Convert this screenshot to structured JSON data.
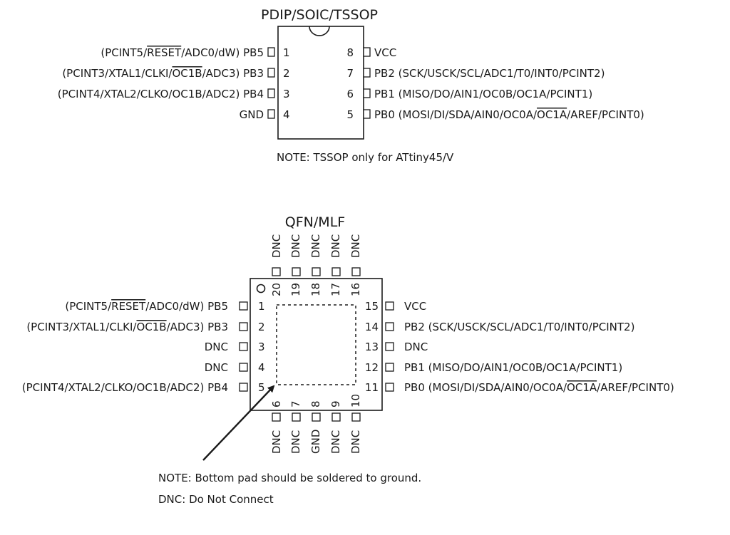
{
  "pdip": {
    "title": "PDIP/SOIC/TSSOP",
    "left_pins": [
      {
        "num": "1",
        "pre": "(PCINT5/",
        "ol": "RESET",
        "post": "/ADC0/dW) PB5"
      },
      {
        "num": "2",
        "pre": "(PCINT3/XTAL1/CLKI/",
        "ol": "OC1B",
        "post": "/ADC3) PB3"
      },
      {
        "num": "3",
        "pre": "(PCINT4/XTAL2/CLKO/OC1B/ADC2) PB4",
        "ol": "",
        "post": ""
      },
      {
        "num": "4",
        "pre": "GND",
        "ol": "",
        "post": ""
      }
    ],
    "right_pins": [
      {
        "num": "8",
        "pre": "VCC",
        "ol": "",
        "post": ""
      },
      {
        "num": "7",
        "pre": "PB2 (SCK/USCK/SCL/ADC1/T0/INT0/PCINT2)",
        "ol": "",
        "post": ""
      },
      {
        "num": "6",
        "pre": "PB1 (MISO/DO/AIN1/OC0B/OC1A/PCINT1)",
        "ol": "",
        "post": ""
      },
      {
        "num": "5",
        "pre": "PB0 (MOSI/DI/SDA/AIN0/OC0A/",
        "ol": "OC1A",
        "post": "/AREF/PCINT0)"
      }
    ],
    "note": "NOTE: TSSOP only for ATtiny45/V"
  },
  "qfn": {
    "title": "QFN/MLF",
    "top_pins": [
      {
        "num": "20",
        "label": "DNC"
      },
      {
        "num": "19",
        "label": "DNC"
      },
      {
        "num": "18",
        "label": "DNC"
      },
      {
        "num": "17",
        "label": "DNC"
      },
      {
        "num": "16",
        "label": "DNC"
      }
    ],
    "bottom_pins": [
      {
        "num": "6",
        "label": "DNC"
      },
      {
        "num": "7",
        "label": "DNC"
      },
      {
        "num": "8",
        "label": "GND"
      },
      {
        "num": "9",
        "label": "DNC"
      },
      {
        "num": "10",
        "label": "DNC"
      }
    ],
    "left_pins": [
      {
        "num": "1",
        "pre": "(PCINT5/",
        "ol": "RESET",
        "post": "/ADC0/dW) PB5"
      },
      {
        "num": "2",
        "pre": "(PCINT3/XTAL1/CLKI/",
        "ol": "OC1B",
        "post": "/ADC3) PB3"
      },
      {
        "num": "3",
        "pre": "DNC",
        "ol": "",
        "post": ""
      },
      {
        "num": "4",
        "pre": "DNC",
        "ol": "",
        "post": ""
      },
      {
        "num": "5",
        "pre": "(PCINT4/XTAL2/CLKO/OC1B/ADC2) PB4",
        "ol": "",
        "post": ""
      }
    ],
    "right_pins": [
      {
        "num": "15",
        "pre": "VCC",
        "ol": "",
        "post": ""
      },
      {
        "num": "14",
        "pre": "PB2 (SCK/USCK/SCL/ADC1/T0/INT0/PCINT2)",
        "ol": "",
        "post": ""
      },
      {
        "num": "13",
        "pre": "DNC",
        "ol": "",
        "post": ""
      },
      {
        "num": "12",
        "pre": "PB1 (MISO/DO/AIN1/OC0B/OC1A/PCINT1)",
        "ol": "",
        "post": ""
      },
      {
        "num": "11",
        "pre": "PB0 (MOSI/DI/SDA/AIN0/OC0A/",
        "ol": "OC1A",
        "post": "/AREF/PCINT0)"
      }
    ],
    "note1": "NOTE: Bottom pad should be soldered to ground.",
    "note2": "DNC: Do Not Connect"
  }
}
